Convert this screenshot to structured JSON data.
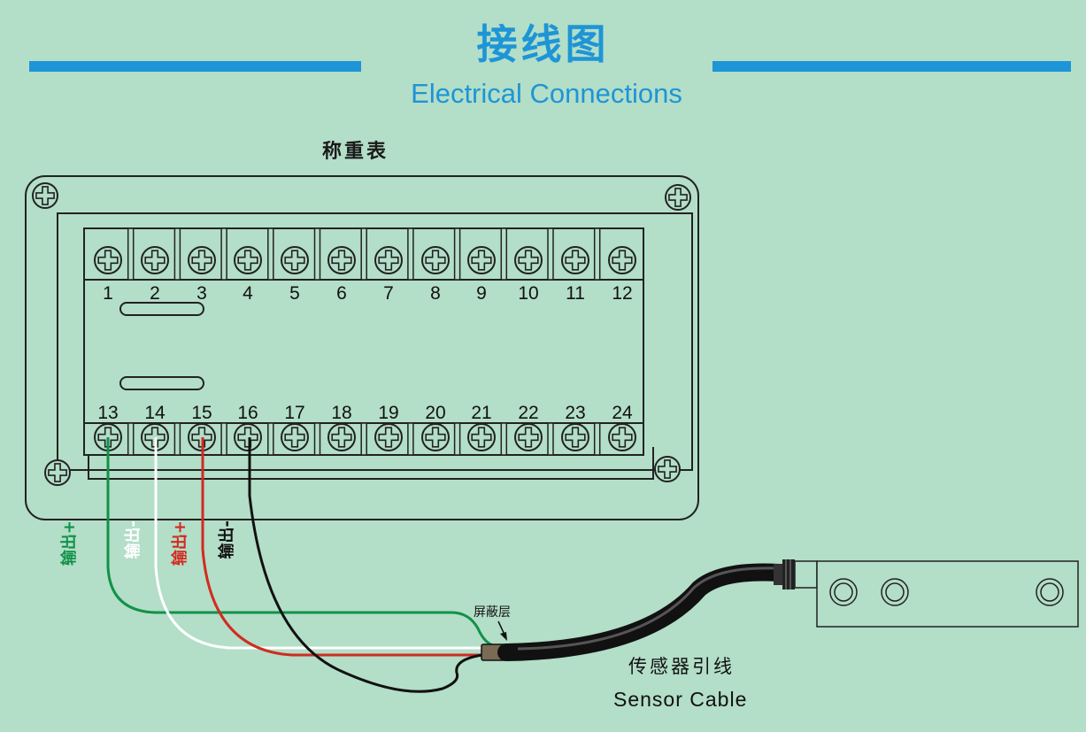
{
  "header": {
    "title_cn": "接线图",
    "title_en": "Electrical Connections"
  },
  "device": {
    "name": "称重表",
    "terminals_top": [
      "1",
      "2",
      "3",
      "4",
      "5",
      "6",
      "7",
      "8",
      "9",
      "10",
      "11",
      "12"
    ],
    "terminals_bottom": [
      "13",
      "14",
      "15",
      "16",
      "17",
      "18",
      "19",
      "20",
      "21",
      "22",
      "23",
      "24"
    ]
  },
  "wires": [
    {
      "terminal": "13",
      "label": "输出+",
      "color": "#11924a"
    },
    {
      "terminal": "14",
      "label": "输出-",
      "color": "#ffffff"
    },
    {
      "terminal": "15",
      "label": "输出+",
      "color": "#d22b1f"
    },
    {
      "terminal": "16",
      "label": "输出-",
      "color": "#111111"
    }
  ],
  "shield_label": "屏蔽层",
  "cable": {
    "label_cn": "传感器引线",
    "label_en": "Sensor Cable"
  },
  "colors": {
    "background": "#b3dec8",
    "accent": "#1e95d6",
    "green_wire": "#11924a",
    "red_wire": "#d22b1f",
    "white_wire": "#ffffff",
    "black_wire": "#111111"
  }
}
